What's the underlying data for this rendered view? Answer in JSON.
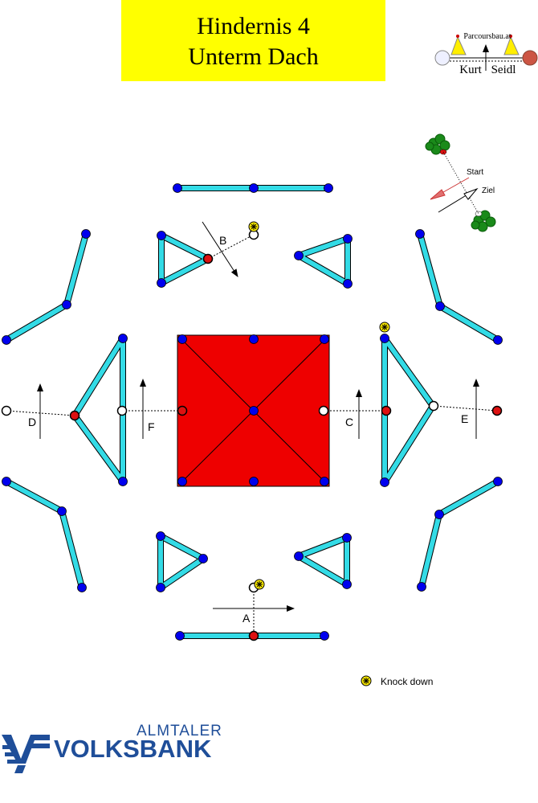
{
  "header": {
    "title_line1": "Hindernis 4",
    "title_line2": "Unterm Dach",
    "background_color": "#ffff00"
  },
  "brand_logo": {
    "url_text": "Parcoursbau.at",
    "name_left": "Kurt",
    "name_right": "Seidl"
  },
  "start_finish": {
    "start_label": "Start",
    "finish_label": "Ziel"
  },
  "element_labels": [
    "A",
    "B",
    "C",
    "D",
    "E",
    "F"
  ],
  "legend": {
    "knock_down_label": "Knock down",
    "icon": "knock-down-icon"
  },
  "colors": {
    "pole": "#33dbe6",
    "post": "#0000ee",
    "roof": "#ee0000",
    "red_post": "#dd1111",
    "knock_down": "#ffee00"
  },
  "sponsor": {
    "line1": "ALMTALER",
    "line2": "VOLKSBANK",
    "color": "#1f4e99"
  }
}
